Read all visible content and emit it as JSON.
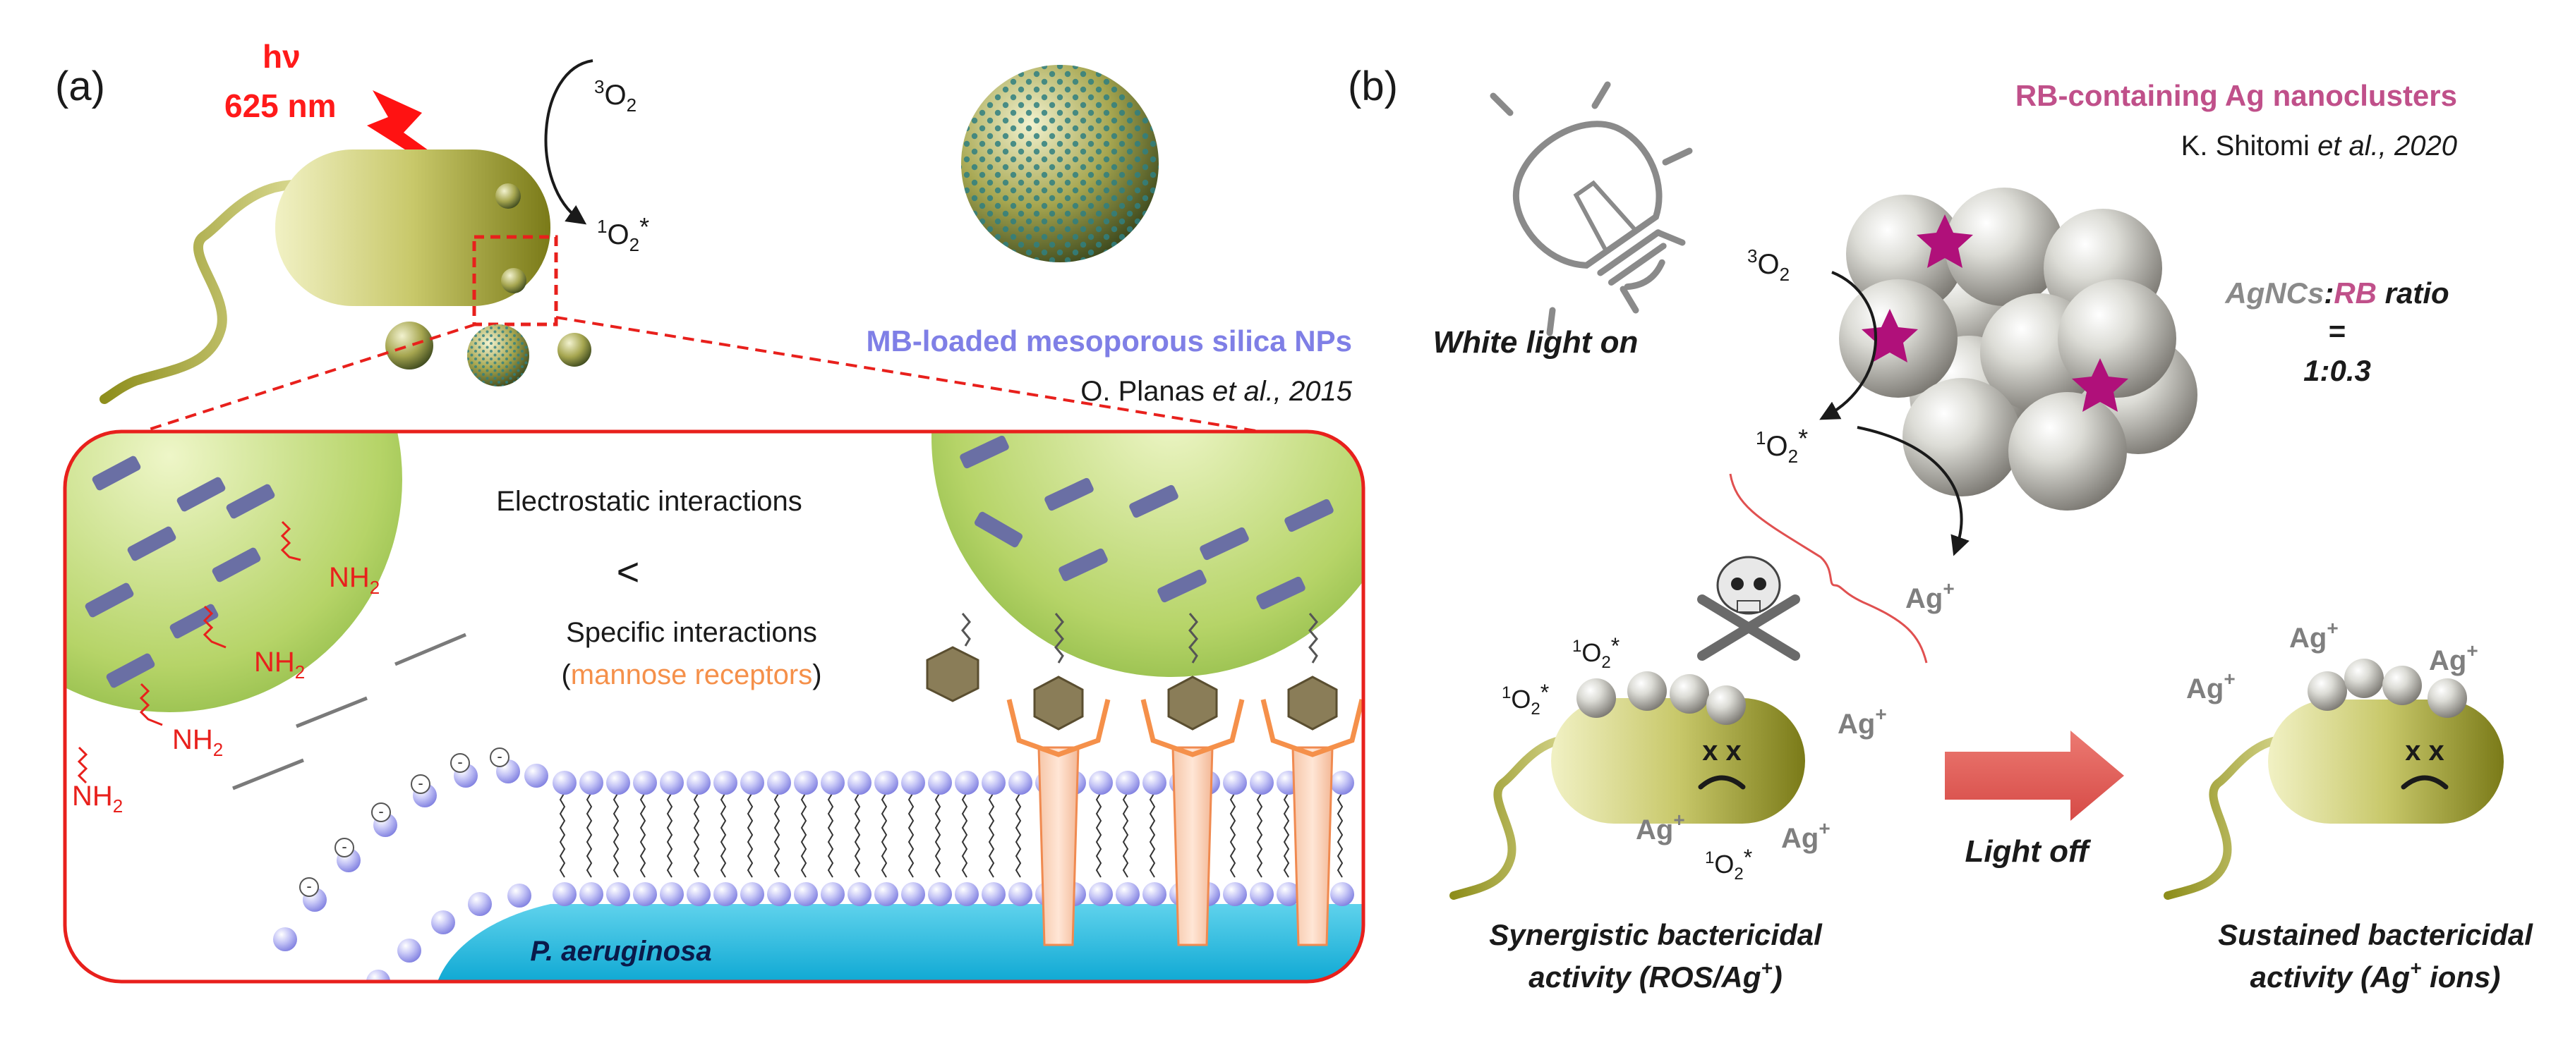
{
  "panel_a": {
    "label": "(a)",
    "hv": "hν",
    "wavelength": "625 nm",
    "o2_triplet": {
      "sup": "3",
      "base": "O",
      "sub": "2"
    },
    "o2_singlet": {
      "sup": "1",
      "base": "O",
      "sub": "2",
      "star": "*"
    },
    "nanoparticle_title": "MB-loaded mesoporous silica NPs",
    "reference": {
      "author": "O. Planas ",
      "etal": "et al.,",
      "year": " 2015"
    },
    "electrostatic": "Electrostatic interactions",
    "less_than": "<",
    "specific": "Specific interactions",
    "open_paren": "(",
    "mannose": "mannose receptors",
    "close_paren": ")",
    "amine": {
      "base": "NH",
      "sub": "2"
    },
    "membrane_charge": "-",
    "bacterium": "P. aeruginosa"
  },
  "panel_b": {
    "label": "(b)",
    "title": "RB-containing Ag nanoclusters",
    "reference": {
      "author": "K. Shitomi ",
      "etal": "et al., 2020"
    },
    "light_on": "White light on",
    "ratio": {
      "agncs": "AgNCs",
      "colon": ":",
      "rb": "RB",
      "word": " ratio",
      "equals": "=",
      "value": "1:0.3"
    },
    "o2_triplet": {
      "sup": "3",
      "base": "O",
      "sub": "2"
    },
    "o2_singlet": {
      "sup": "1",
      "base": "O",
      "sub": "2",
      "star": "*"
    },
    "ag_ion": {
      "base": "Ag",
      "sup": "+"
    },
    "eyes": "x x",
    "light_off": "Light off",
    "caption_left": {
      "line1": "Synergistic bactericidal",
      "line2_pre": "activity (ROS/Ag",
      "line2_sup": "+",
      "line2_post": ")"
    },
    "caption_right": {
      "line1": "Sustained bactericidal",
      "line2_pre": "activity (Ag",
      "line2_sup": "+",
      "line2_post": " ions)"
    }
  },
  "colors": {
    "text": "#1a1a1a",
    "red": "#e8201c",
    "hv_red": "#ff1a1a",
    "mb_blue": "#7f7fe6",
    "rb_pink": "#c0508a",
    "mannose_orange": "#f5904a",
    "gray_label": "#7f7f7f",
    "lipid_purple": "#b3b3f2",
    "membrane_cyan": "#19b4dc",
    "bacterium_olive": "#a6a621",
    "star_magenta": "#b0107a",
    "arrow_red": "#e05050"
  }
}
